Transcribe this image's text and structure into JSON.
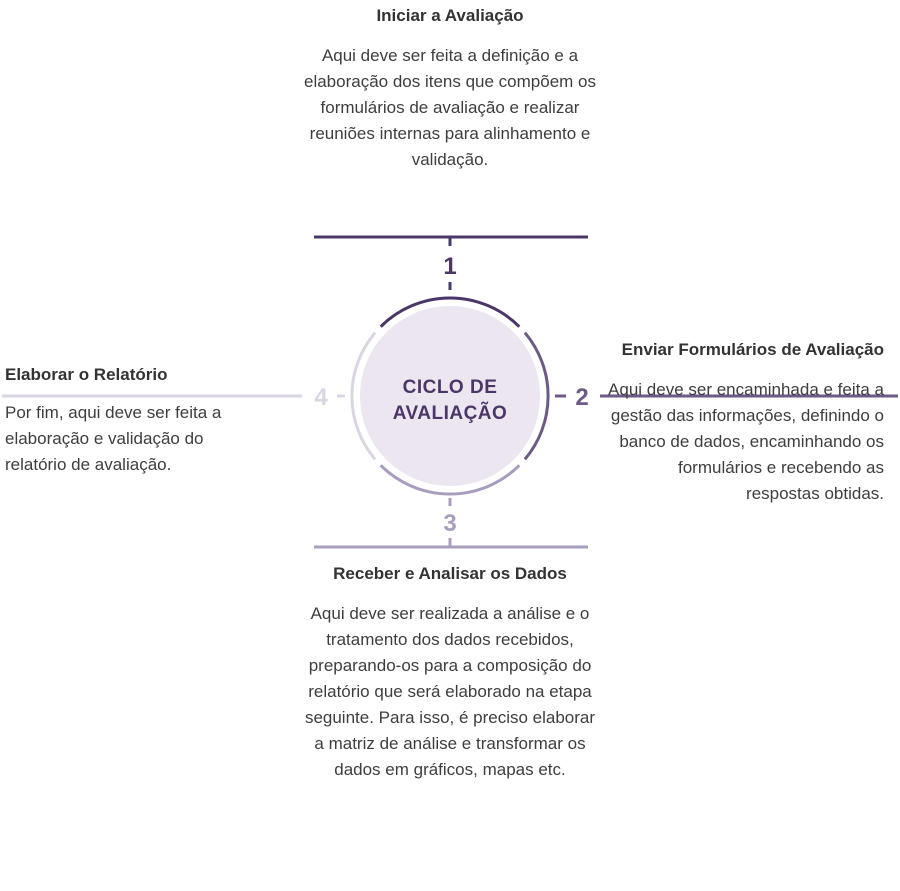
{
  "center": {
    "line1": "CICLO DE",
    "line2": "AVALIAÇÃO"
  },
  "steps": [
    {
      "number": "1",
      "title": "Iniciar a Avaliação",
      "text": "Aqui deve ser feita a definição e a elaboração dos itens que compõem os formulários de avaliação e realizar reuniões internas para alinhamento e validação."
    },
    {
      "number": "2",
      "title": "Enviar Formulários de Avaliação",
      "text": "Aqui deve ser encaminhada e feita a gestão das informações, definindo o banco de dados, encaminhando os formulários e recebendo as respostas obtidas."
    },
    {
      "number": "3",
      "title": "Receber e Analisar os Dados",
      "text": "Aqui deve ser realizada a análise e o tratamento dos dados recebidos, preparando-os para a composição do relatório que será elaborado na etapa seguinte. Para isso, é preciso elaborar a matriz de análise e transformar os dados em gráficos, mapas etc."
    },
    {
      "number": "4",
      "title": "Elaborar o Relatório",
      "text": "Por fim, aqui deve ser feita a elaboração e validação do relatório de avaliação."
    }
  ],
  "colors": {
    "step1": "#4a3768",
    "step2": "#6b5a88",
    "step3": "#a89dbe",
    "step4": "#d9d5e2",
    "center_fill": "#ebe6f0",
    "center_text": "#4a3768"
  }
}
